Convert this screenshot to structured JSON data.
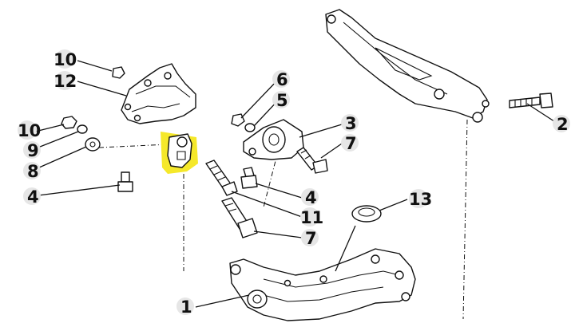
{
  "highlight_color": "#f5e82a",
  "callouts": [
    {
      "id": "c1",
      "text": "1"
    },
    {
      "id": "c2",
      "text": "2"
    },
    {
      "id": "c3",
      "text": "3"
    },
    {
      "id": "c4a",
      "text": "4"
    },
    {
      "id": "c4b",
      "text": "4"
    },
    {
      "id": "c5",
      "text": "5"
    },
    {
      "id": "c6",
      "text": "6"
    },
    {
      "id": "c7a",
      "text": "7"
    },
    {
      "id": "c7b",
      "text": "7"
    },
    {
      "id": "c8",
      "text": "8"
    },
    {
      "id": "c9",
      "text": "9"
    },
    {
      "id": "c10a",
      "text": "10"
    },
    {
      "id": "c10b",
      "text": "10"
    },
    {
      "id": "c11",
      "text": "11"
    },
    {
      "id": "c12",
      "text": "12"
    },
    {
      "id": "c13",
      "text": "13"
    }
  ]
}
